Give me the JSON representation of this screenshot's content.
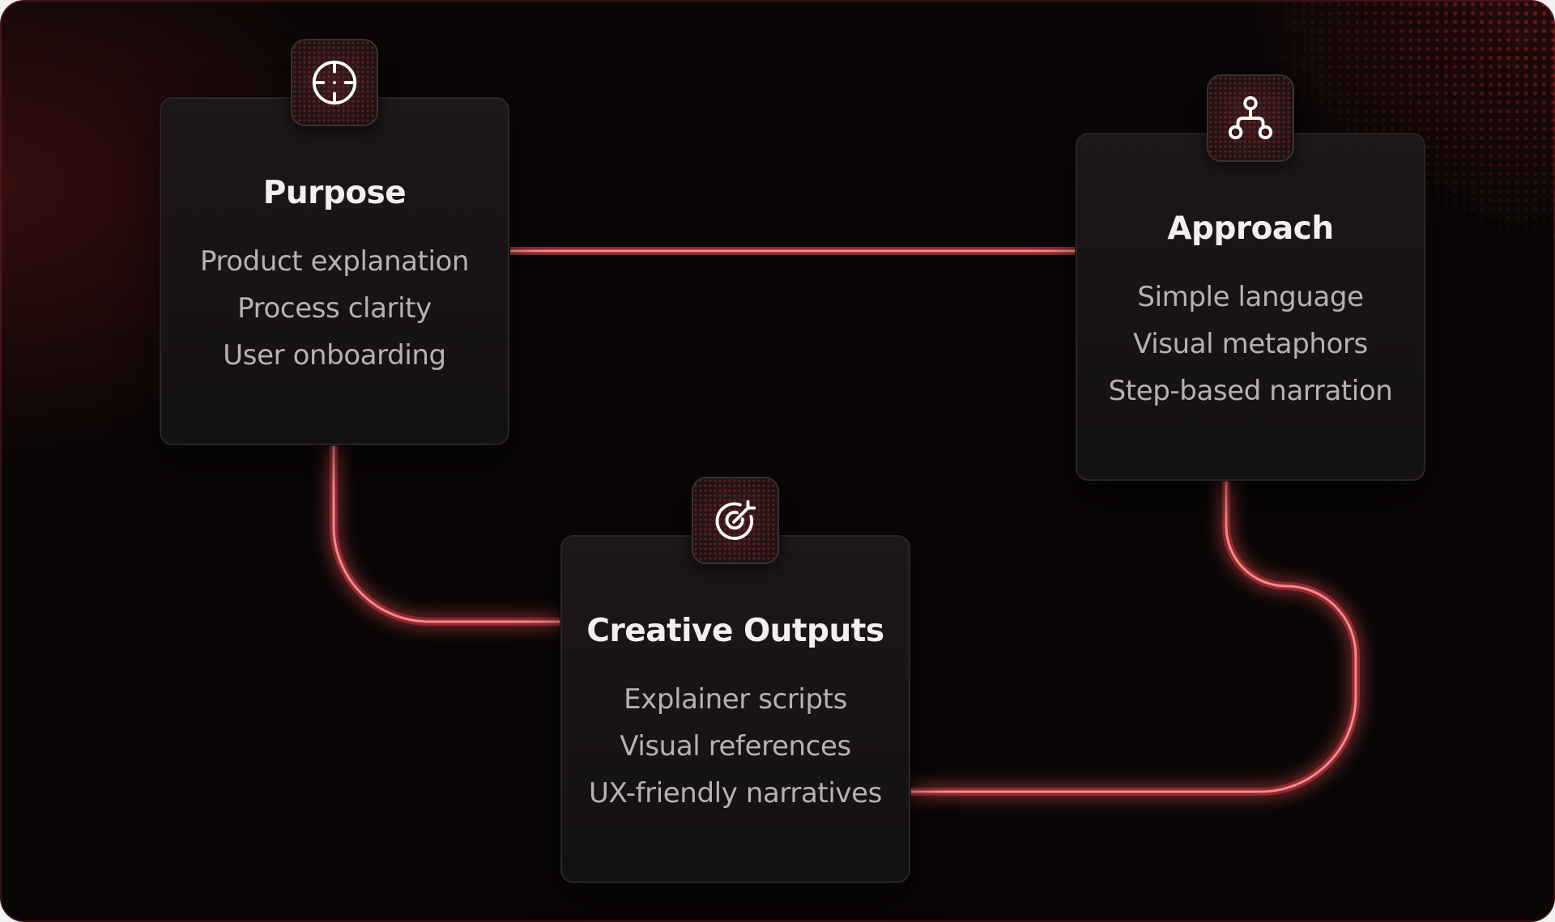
{
  "diagram": {
    "accent_color": "#e25a5e",
    "background_color": "#0a0606",
    "cards": [
      {
        "id": "purpose",
        "icon": "crosshair-icon",
        "title": "Purpose",
        "items": [
          "Product explanation",
          "Process clarity",
          "User onboarding"
        ]
      },
      {
        "id": "approach",
        "icon": "hierarchy-icon",
        "title": "Approach",
        "items": [
          "Simple language",
          "Visual metaphors",
          "Step-based narration"
        ]
      },
      {
        "id": "creative-outputs",
        "icon": "target-arrow-icon",
        "title": "Creative Outputs",
        "items": [
          "Explainer scripts",
          "Visual references",
          "UX-friendly narratives"
        ]
      }
    ],
    "connections": [
      {
        "from": "purpose",
        "to": "approach"
      },
      {
        "from": "purpose",
        "to": "creative-outputs"
      },
      {
        "from": "approach",
        "to": "creative-outputs"
      }
    ]
  }
}
